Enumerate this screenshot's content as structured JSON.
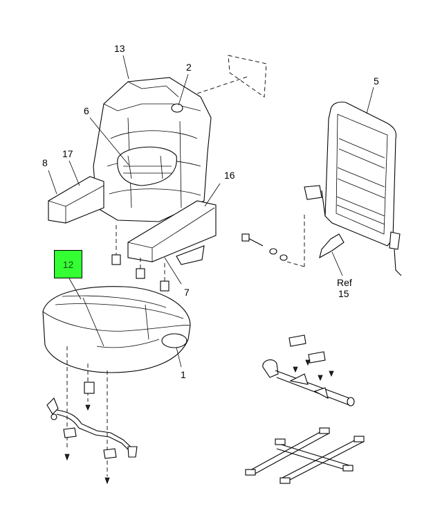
{
  "callouts": {
    "c1": "1",
    "c2": "2",
    "c5": "5",
    "c6": "6",
    "c7": "7",
    "c8": "8",
    "c12": "12",
    "c13": "13",
    "c15": "15",
    "c16": "16",
    "c17": "17",
    "ref": "Ref"
  },
  "highlight_color": "#33ff33"
}
